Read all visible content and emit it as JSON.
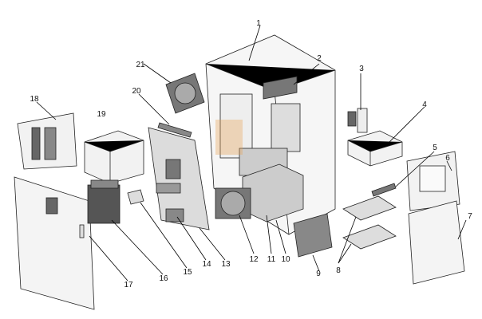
{
  "callouts": [
    {
      "id": "1",
      "label": "1"
    },
    {
      "id": "2",
      "label": "2"
    },
    {
      "id": "3",
      "label": "3"
    },
    {
      "id": "4",
      "label": "4"
    },
    {
      "id": "5",
      "label": "5"
    },
    {
      "id": "6",
      "label": "6"
    },
    {
      "id": "7",
      "label": "7"
    },
    {
      "id": "8",
      "label": "8"
    },
    {
      "id": "9",
      "label": "9"
    },
    {
      "id": "10",
      "label": "10"
    },
    {
      "id": "11",
      "label": "11"
    },
    {
      "id": "12",
      "label": "12"
    },
    {
      "id": "13",
      "label": "13"
    },
    {
      "id": "14",
      "label": "14"
    },
    {
      "id": "15",
      "label": "15"
    },
    {
      "id": "16",
      "label": "16"
    },
    {
      "id": "17",
      "label": "17"
    },
    {
      "id": "18",
      "label": "18"
    },
    {
      "id": "19",
      "label": "19"
    },
    {
      "id": "20",
      "label": "20"
    },
    {
      "id": "21",
      "label": "21"
    }
  ],
  "colors": {
    "accent_orange": "#e8a050",
    "line": "#222222",
    "panel_fill": "#f2f2f2",
    "dark_fill": "#555555"
  }
}
